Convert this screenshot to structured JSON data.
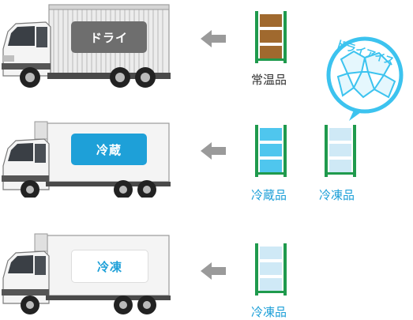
{
  "rows": [
    {
      "truck_label": "ドライ",
      "products": [
        "常温品"
      ]
    },
    {
      "truck_label": "冷蔵",
      "products": [
        "冷蔵品",
        "冷凍品"
      ]
    },
    {
      "truck_label": "冷凍",
      "products": [
        "冷凍品"
      ]
    }
  ],
  "dry_ice_label": "ドライアイス",
  "colors": {
    "green_frame": "#1f9a4d",
    "brown_shelf": "#a0692e",
    "chill_box": "#4fc6ee",
    "frozen_box": "#cfe9f6",
    "label_blue": "#1ea0d8",
    "ice_blue": "#3cc3ef",
    "gray_label": "#6e6e6e",
    "arrow_gray": "#9a9a9a"
  }
}
